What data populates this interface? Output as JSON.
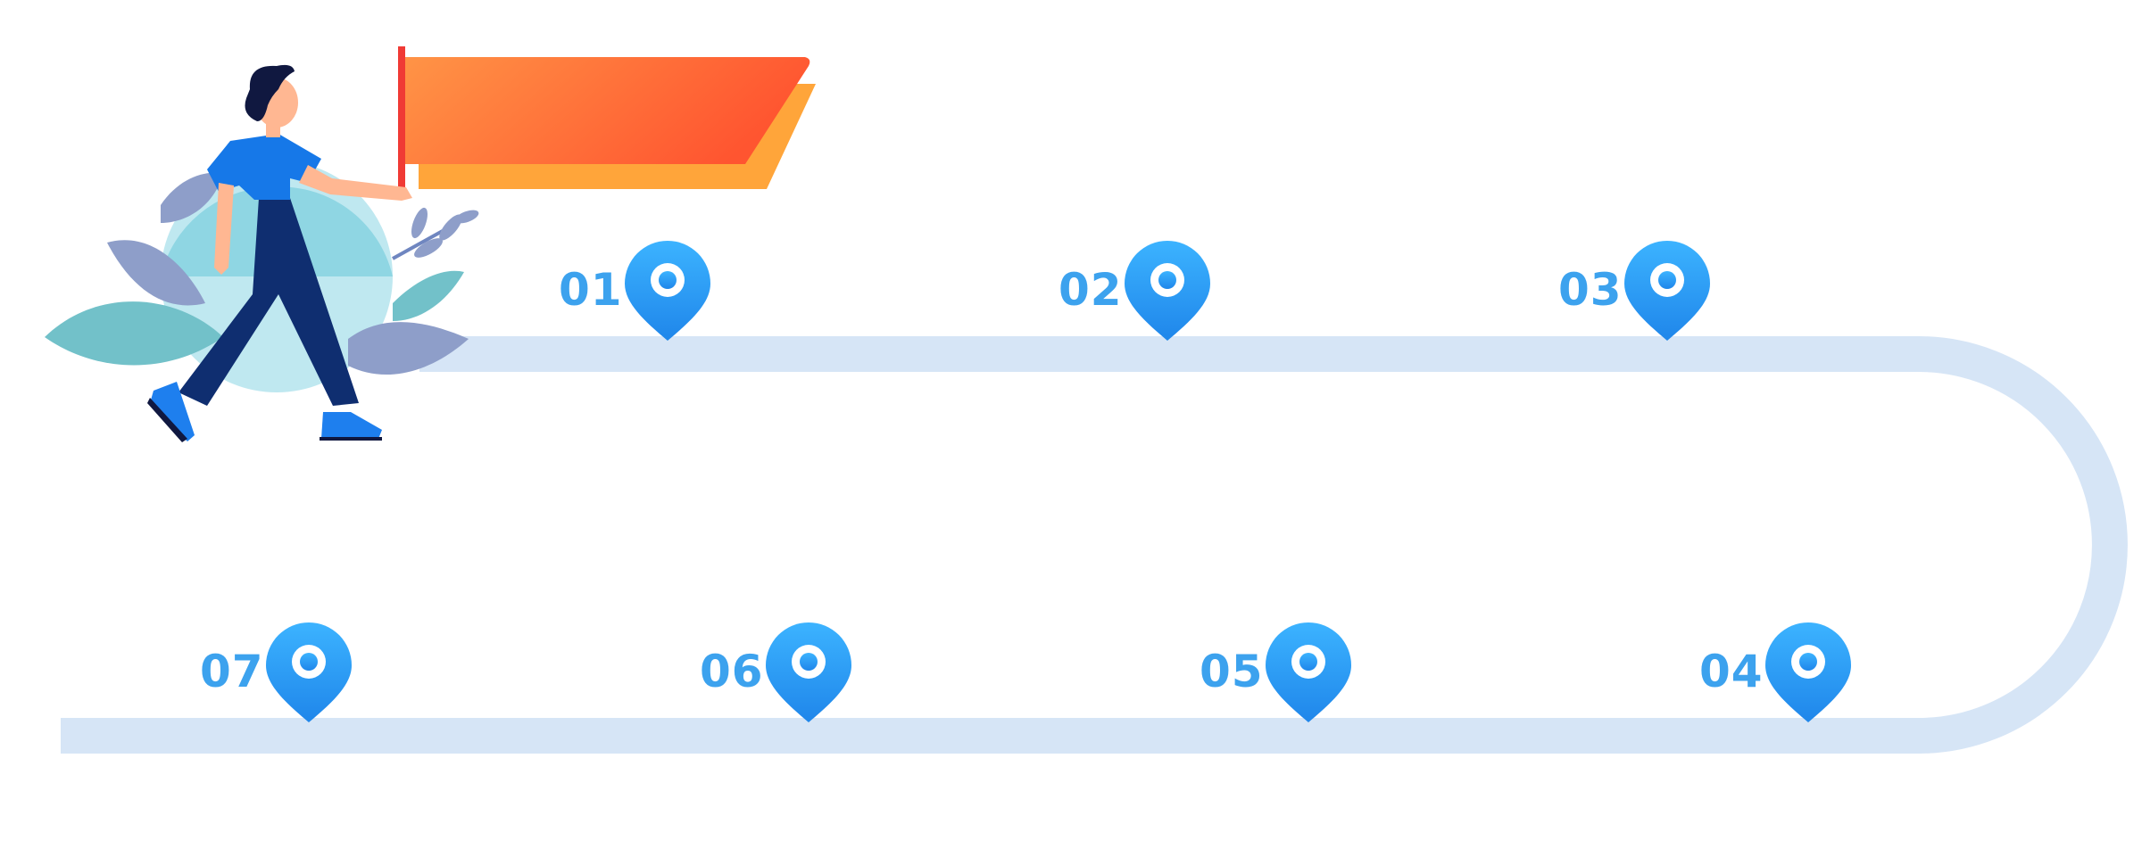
{
  "colors": {
    "road": "#d6e5f6",
    "pin_top": "#3cb3ff",
    "pin_bottom": "#1f86ea",
    "label": "#3ca2ee",
    "flag_light": "#ff9446",
    "flag_dark": "#ff5530",
    "flag_shadow": "#ffa53a",
    "flag_pole": "#f03a35",
    "shirt": "#1678e8",
    "pants": "#0f2e70",
    "hair": "#101840",
    "skin": "#ffb792",
    "leaf_teal": "#72c1c9",
    "leaf_lavender": "#8e9ec9",
    "bubble": "#bfe8f0"
  },
  "illustration": {
    "figure": "person-walking-with-flag",
    "icons": [
      "location-pin-icon",
      "flag-icon"
    ]
  },
  "steps": [
    {
      "label": "01",
      "row": "top"
    },
    {
      "label": "02",
      "row": "top"
    },
    {
      "label": "03",
      "row": "top"
    },
    {
      "label": "04",
      "row": "bottom"
    },
    {
      "label": "05",
      "row": "bottom"
    },
    {
      "label": "06",
      "row": "bottom"
    },
    {
      "label": "07",
      "row": "bottom"
    }
  ]
}
